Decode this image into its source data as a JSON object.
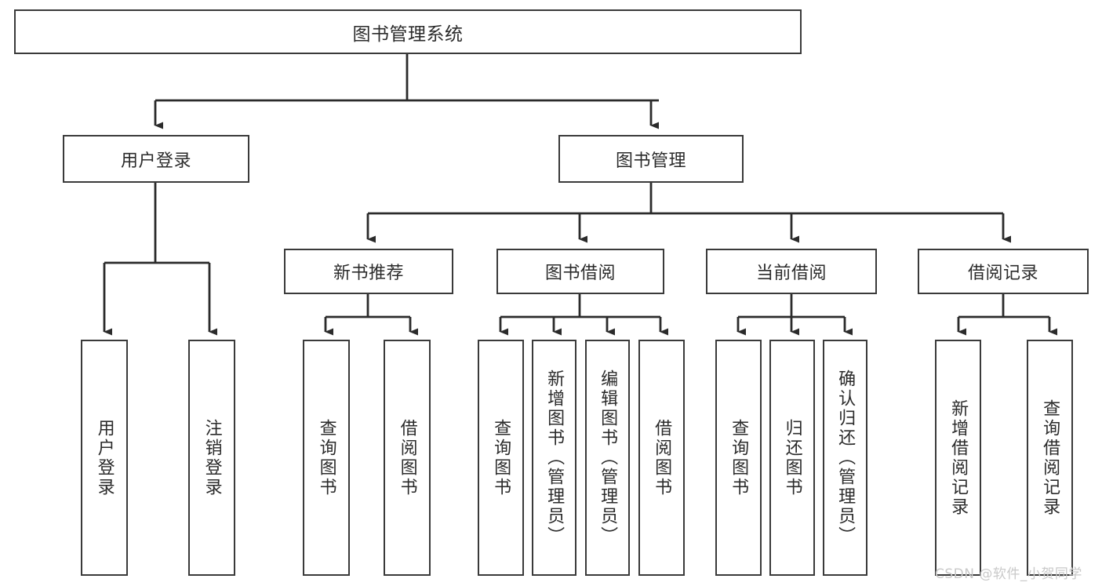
{
  "diagram": {
    "type": "hierarchy-tree",
    "title": "图书管理系统",
    "orientation": "top-down",
    "watermark": "CSDN @软件_小贺同学",
    "levels": 4,
    "nodes": {
      "root": {
        "label": "图书管理系统",
        "level": 0
      },
      "l1": [
        {
          "label": "用户登录",
          "level": 1
        },
        {
          "label": "图书管理",
          "level": 1
        }
      ],
      "l2": [
        {
          "label": "新书推荐",
          "level": 2,
          "parent": "图书管理"
        },
        {
          "label": "图书借阅",
          "level": 2,
          "parent": "图书管理"
        },
        {
          "label": "当前借阅",
          "level": 2,
          "parent": "图书管理"
        },
        {
          "label": "借阅记录",
          "level": 2,
          "parent": "图书管理"
        }
      ],
      "leaves": {
        "user_login": [
          {
            "label": "用户登录"
          },
          {
            "label": "注销登录"
          }
        ],
        "new_book": [
          {
            "label": "查询图书"
          },
          {
            "label": "借阅图书"
          }
        ],
        "borrow": [
          {
            "label": "查询图书"
          },
          {
            "label": "新增图书（管理员）"
          },
          {
            "label": "编辑图书（管理员）"
          },
          {
            "label": "借阅图书"
          }
        ],
        "current": [
          {
            "label": "查询图书"
          },
          {
            "label": "归还图书"
          },
          {
            "label": "确认归还（管理员）"
          }
        ],
        "records": [
          {
            "label": "新增借阅记录"
          },
          {
            "label": "查询借阅记录"
          }
        ]
      }
    },
    "colors": {
      "stroke": "#3a3a3a",
      "fill": "#ffffff",
      "text": "#2b2b2b",
      "watermark": "#c9c9c9"
    }
  }
}
